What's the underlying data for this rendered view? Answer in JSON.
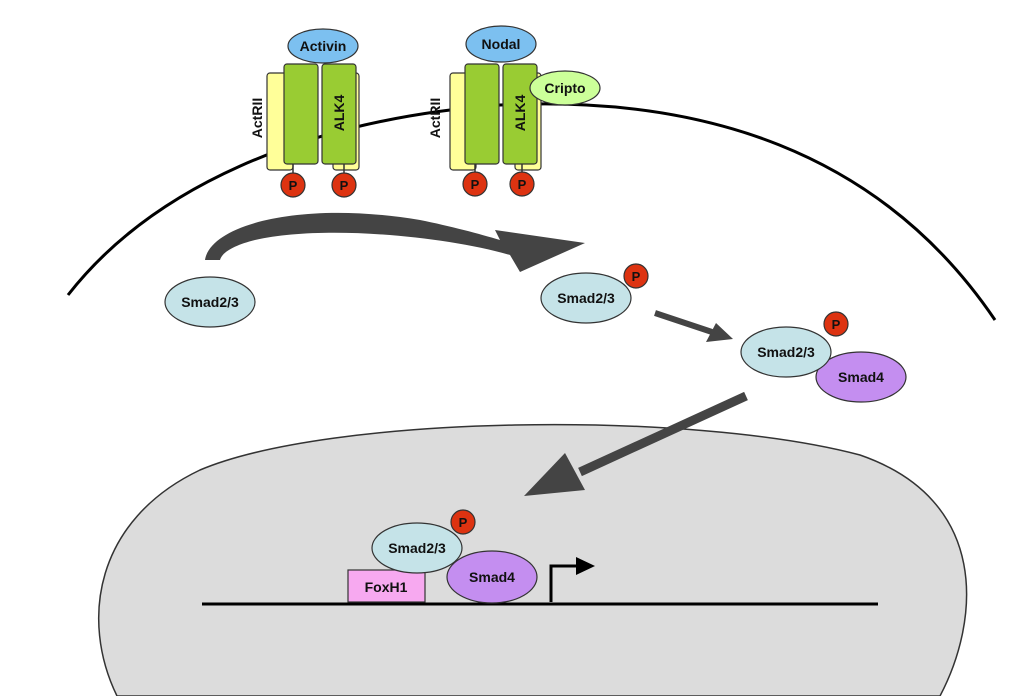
{
  "receptors": {
    "left": {
      "ligand": "Activin",
      "type2": "ActRII",
      "type1": "ALK4",
      "phospho": [
        "P",
        "P"
      ]
    },
    "right": {
      "ligand": "Nodal",
      "type2": "ActRII",
      "type1": "ALK4",
      "coreceptor": "Cripto",
      "phospho": [
        "P",
        "P"
      ]
    }
  },
  "cytoplasm": {
    "smad_inactive": "Smad2/3",
    "smad_phospho": {
      "label": "Smad2/3",
      "phospho": "P"
    },
    "complex": {
      "smad23": "Smad2/3",
      "smad4": "Smad4",
      "phospho": "P"
    }
  },
  "nucleus": {
    "smad23": "Smad2/3",
    "smad4": "Smad4",
    "phospho": "P",
    "cofactor": "FoxH1"
  },
  "colors": {
    "ligand": "#7cc0f0",
    "type2_receptor": "#ffff99",
    "type1_receptor": "#99cc33",
    "coreceptor": "#ccff99",
    "phosphate": "#dd3311",
    "smad23": "#c5e3e8",
    "smad4": "#c48ef0",
    "foxh1": "#f7a9f0",
    "nucleus": "#dcdcdc",
    "arrow": "#444444"
  }
}
